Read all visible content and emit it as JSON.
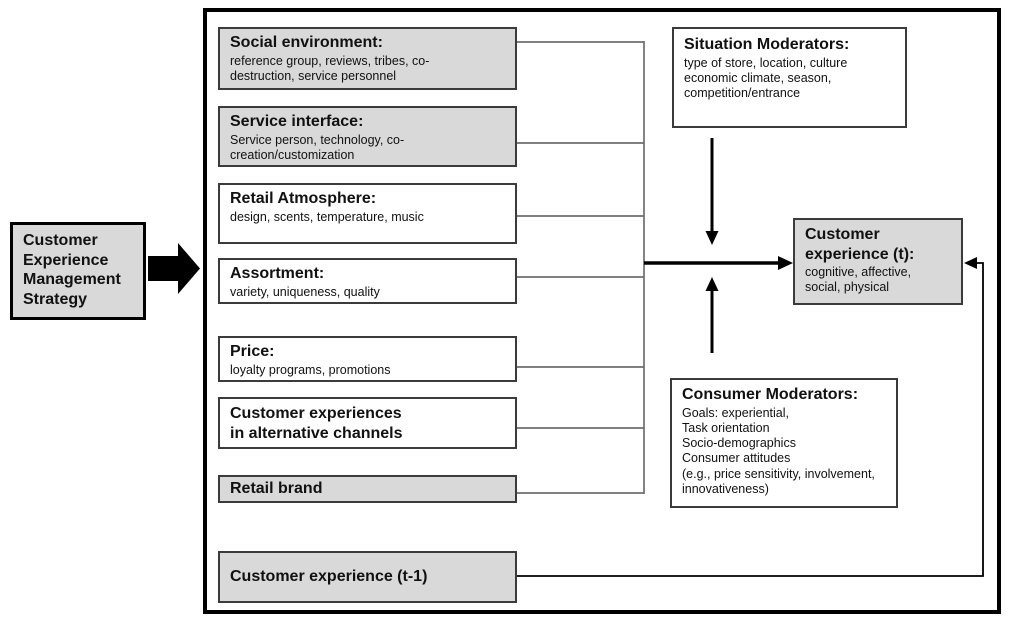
{
  "colors": {
    "box_fill_gray": "#d9d9d9",
    "box_border": "#3b3b3b",
    "connector_gray": "#6e6e6e",
    "arrow_black": "#000000"
  },
  "strategy": {
    "title": "Customer\nExperience\nManagement\nStrategy"
  },
  "determinants": [
    {
      "title": "Social environment:",
      "body": "reference group, reviews, tribes, co-\ndestruction,  service personnel",
      "shaded": true
    },
    {
      "title": "Service interface:",
      "body": "Service person, technology, co-\ncreation/customization",
      "shaded": true
    },
    {
      "title": "Retail Atmosphere:",
      "body": "design, scents, temperature, music",
      "shaded": false
    },
    {
      "title": "Assortment:",
      "body": "variety, uniqueness, quality",
      "shaded": false
    },
    {
      "title": "Price:",
      "body": "loyalty programs, promotions",
      "shaded": false
    },
    {
      "title": "Customer experiences\nin alternative channels",
      "body": "",
      "shaded": false
    },
    {
      "title": "Retail brand",
      "body": "",
      "shaded": true
    }
  ],
  "past_experience": {
    "title": "Customer experience (t-1)"
  },
  "situation_moderators": {
    "title": "Situation Moderators:",
    "body": "type of store, location, culture\neconomic climate, season,\ncompetition/entrance"
  },
  "consumer_moderators": {
    "title": "Consumer Moderators:",
    "body": "Goals: experiential,\nTask orientation\nSocio-demographics\nConsumer attitudes\n(e.g., price sensitivity, involvement,\n innovativeness)"
  },
  "outcome": {
    "title": "Customer\nexperience (t):",
    "body": "cognitive, affective,\nsocial, physical"
  }
}
